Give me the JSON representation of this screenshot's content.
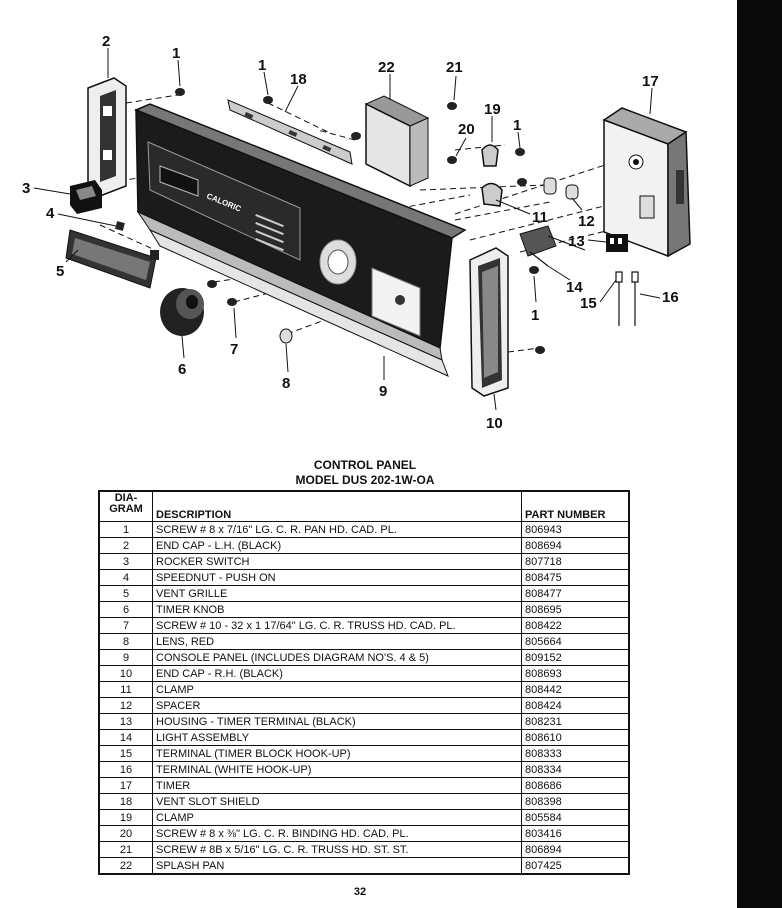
{
  "diagram": {
    "brand": "CALORIC",
    "callouts": [
      "1",
      "1",
      "1",
      "1",
      "2",
      "3",
      "4",
      "5",
      "6",
      "7",
      "8",
      "9",
      "10",
      "11",
      "12",
      "13",
      "14",
      "15",
      "16",
      "17",
      "18",
      "19",
      "20",
      "21",
      "22"
    ]
  },
  "table": {
    "title": "CONTROL PANEL",
    "subtitle": "MODEL DUS 202-1W-OA",
    "headers": {
      "diagram": "DIA-\nGRAM",
      "description": "DESCRIPTION",
      "part_number": "PART NUMBER"
    },
    "rows": [
      {
        "diagram": "1",
        "description": "SCREW # 8 x 7/16\" LG. C. R. PAN HD. CAD. PL.",
        "part_number": "806943"
      },
      {
        "diagram": "2",
        "description": "END CAP - L.H. (BLACK)",
        "part_number": "808694"
      },
      {
        "diagram": "3",
        "description": "ROCKER SWITCH",
        "part_number": "807718"
      },
      {
        "diagram": "4",
        "description": "SPEEDNUT - PUSH ON",
        "part_number": "808475"
      },
      {
        "diagram": "5",
        "description": "VENT GRILLE",
        "part_number": "808477"
      },
      {
        "diagram": "6",
        "description": "TIMER KNOB",
        "part_number": "808695"
      },
      {
        "diagram": "7",
        "description": "SCREW # 10 - 32 x 1 17/64\" LG. C. R. TRUSS HD. CAD. PL.",
        "part_number": "808422"
      },
      {
        "diagram": "8",
        "description": "LENS, RED",
        "part_number": "805664"
      },
      {
        "diagram": "9",
        "description": "CONSOLE PANEL (INCLUDES DIAGRAM NO'S. 4 & 5)",
        "part_number": "809152"
      },
      {
        "diagram": "10",
        "description": "END CAP - R.H. (BLACK)",
        "part_number": "808693"
      },
      {
        "diagram": "11",
        "description": "CLAMP",
        "part_number": "808442"
      },
      {
        "diagram": "12",
        "description": "SPACER",
        "part_number": "808424"
      },
      {
        "diagram": "13",
        "description": "HOUSING - TIMER TERMINAL (BLACK)",
        "part_number": "808231"
      },
      {
        "diagram": "14",
        "description": "LIGHT ASSEMBLY",
        "part_number": "808610"
      },
      {
        "diagram": "15",
        "description": "TERMINAL (TIMER BLOCK HOOK-UP)",
        "part_number": "808333"
      },
      {
        "diagram": "16",
        "description": "TERMINAL (WHITE HOOK-UP)",
        "part_number": "808334"
      },
      {
        "diagram": "17",
        "description": "TIMER",
        "part_number": "808686"
      },
      {
        "diagram": "18",
        "description": "VENT SLOT SHIELD",
        "part_number": "808398"
      },
      {
        "diagram": "19",
        "description": "CLAMP",
        "part_number": "805584"
      },
      {
        "diagram": "20",
        "description": "SCREW # 8 x ⅜\" LG. C. R. BINDING HD. CAD. PL.",
        "part_number": "803416"
      },
      {
        "diagram": "21",
        "description": "SCREW # 8B x 5/16\" LG. C. R. TRUSS HD. ST. ST.",
        "part_number": "806894"
      },
      {
        "diagram": "22",
        "description": "SPLASH PAN",
        "part_number": "807425"
      }
    ]
  },
  "page_number": "32"
}
